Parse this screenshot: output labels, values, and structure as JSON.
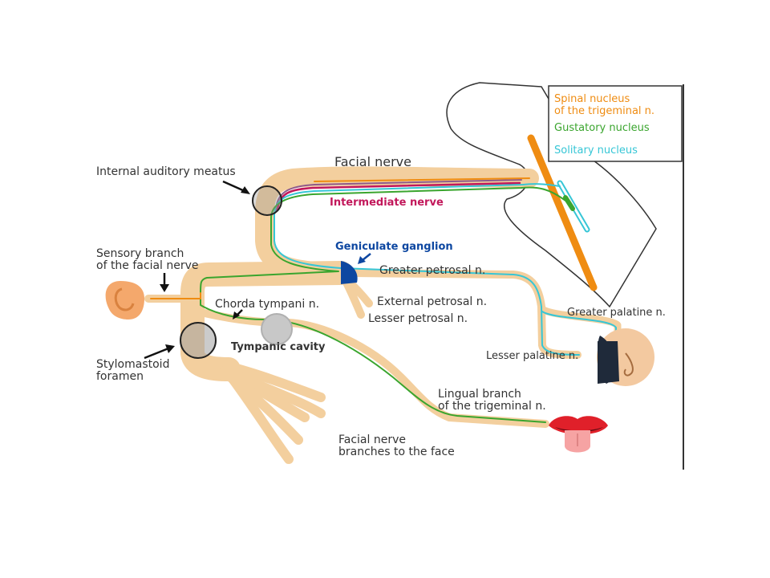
{
  "colors": {
    "nerve": "#f3cf9e",
    "trigeminal": "#ef8c12",
    "gustatory": "#3aa52e",
    "solitary": "#36c6d6",
    "intermediate": "#c2185b",
    "geniculate": "#0d47a1",
    "text": "#333333"
  },
  "legend": {
    "spinal_line1": "Spinal nucleus",
    "spinal_line2": "of the trigeminal n.",
    "gustatory": "Gustatory nucleus",
    "solitary": "Solitary nucleus"
  },
  "labels": {
    "facial_nerve": "Facial nerve",
    "intermediate_nerve": "Intermediate nerve",
    "internal_auditory_meatus": "Internal auditory meatus",
    "geniculate_ganglion": "Geniculate ganglion",
    "greater_petrosal": "Greater petrosal n.",
    "external_petrosal": "External petrosal n.",
    "lesser_petrosal": "Lesser petrosal n.",
    "sensory_branch_line1": "Sensory branch",
    "sensory_branch_line2": "of the facial nerve",
    "chorda_tympani": "Chorda tympani n.",
    "tympanic_cavity": "Tympanic cavity",
    "stylomastoid_line1": "Stylomastoid",
    "stylomastoid_line2": "foramen",
    "greater_palatine": "Greater palatine n.",
    "lesser_palatine": "Lesser palatine n.",
    "lingual_line1": "Lingual branch",
    "lingual_line2": "of the trigeminal n.",
    "face_branches_line1": "Facial nerve",
    "face_branches_line2": "branches to the face"
  },
  "icons": [
    "ear-icon",
    "nose-icon",
    "mouth-icon"
  ]
}
